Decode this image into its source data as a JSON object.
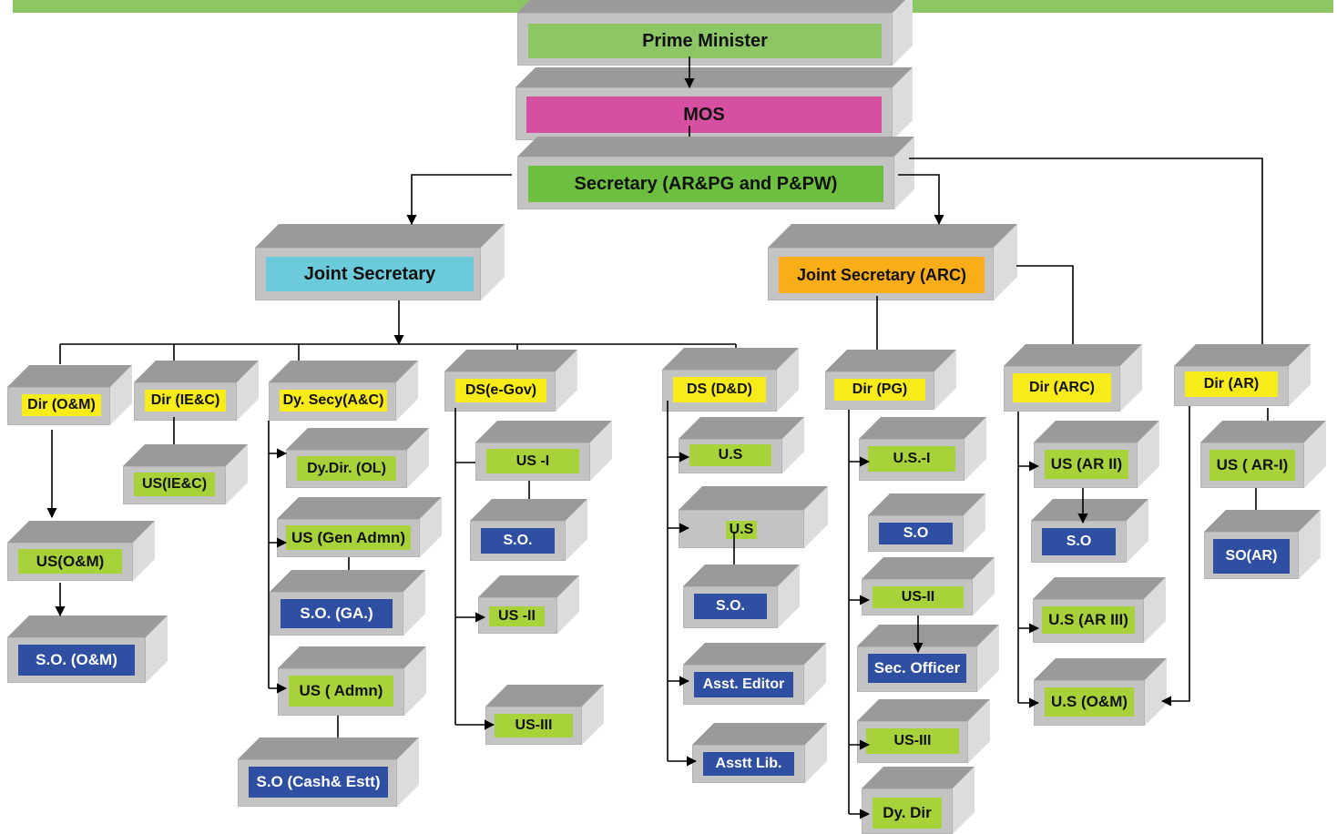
{
  "title": "Organisation Chart",
  "colors": {
    "header_bar": "#8cc665",
    "level_pm": "#8cc665",
    "level_mos": "#d64fa0",
    "level_secretary": "#6cbf3f",
    "level_js": "#6ccbdb",
    "level_js_arc": "#f9ad19",
    "level_director": "#f7ec1a",
    "level_us": "#a7d23a",
    "level_so": "#2f4fa3"
  },
  "nodes": {
    "pm": "Prime Minister",
    "mos": "MOS",
    "secretary": "Secretary (AR&PG and P&PW)",
    "js": "Joint Secretary",
    "js_arc": "Joint Secretary (ARC)",
    "dir_om": "Dir (O&M)",
    "us_om": "US(O&M)",
    "so_om": "S.O. (O&M)",
    "dir_iec": "Dir (IE&C)",
    "us_iec": "US(IE&C)",
    "dysecy_ac": "Dy. Secy(A&C)",
    "dydir_ol": "Dy.Dir. (OL)",
    "us_genadmn": "US (Gen Admn)",
    "so_ga": "S.O. (GA.)",
    "us_admn": "US ( Admn)",
    "so_cash": "S.O (Cash& Estt)",
    "ds_egov": "DS(e-Gov)",
    "us_i": "US -I",
    "so_egov": "S.O.",
    "us_ii": "US -II",
    "us_iii": "US-III",
    "ds_dd": "DS (D&D)",
    "us_dd1": "U.S",
    "us_dd2": "U.S",
    "so_dd": "S.O.",
    "asst_editor": "Asst. Editor",
    "asstt_lib": "Asstt  Lib.",
    "dir_pg": "Dir (PG)",
    "us_pg_i": "U.S.-I",
    "so_pg": "S.O",
    "us_pg_ii": "US-II",
    "sec_officer": "Sec. Officer",
    "us_pg_iii": "US-III",
    "dy_dir_pg": "Dy. Dir",
    "dir_arc": "Dir (ARC)",
    "us_ar_ii": "US (AR II)",
    "so_arc": "S.O",
    "us_ar_iii": "U.S (AR III)",
    "us_om_arc": "U.S (O&M)",
    "dir_ar": "Dir (AR)",
    "us_ar_i": "US ( AR-I)",
    "so_ar": "SO(AR)"
  }
}
